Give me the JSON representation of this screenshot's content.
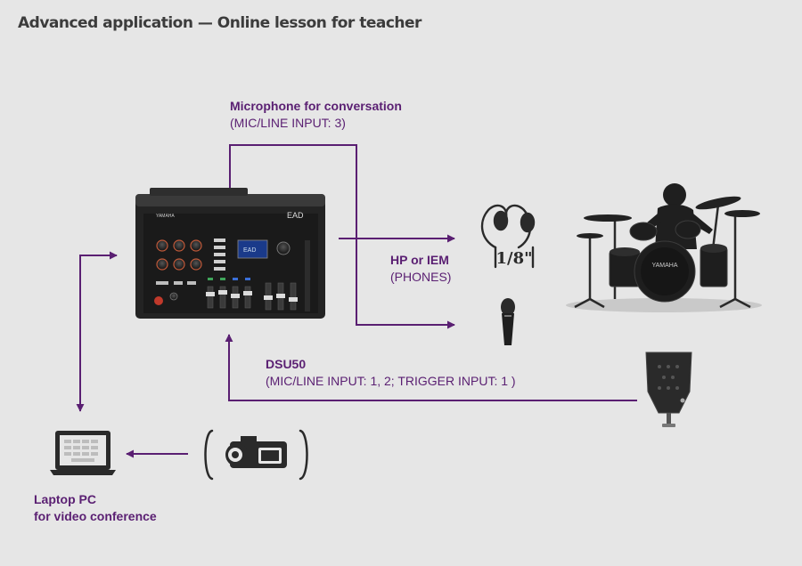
{
  "title": "Advanced application — Online lesson for teacher",
  "labels": {
    "microphone_title": "Microphone for conversation",
    "microphone_sub": "(MIC/LINE INPUT: 3)",
    "hp_title": "HP or IEM",
    "hp_sub": "(PHONES)",
    "dsu_title": "DSU50",
    "dsu_sub": "(MIC/LINE INPUT: 1, 2; TRIGGER INPUT: 1 )",
    "laptop_line1": "Laptop PC",
    "laptop_line2": "for video conference"
  },
  "module": {
    "brand": "YAMAHA",
    "logo": "EAD"
  },
  "earphone": {
    "size_text": "1/8\""
  },
  "colors": {
    "accent": "#5a1f72",
    "background": "#e6e6e6",
    "title": "#3c3c3c",
    "device": "#1e1e1e"
  },
  "icons": [
    "ead-module-icon",
    "earphone-icon",
    "microphone-icon",
    "drum-kit-icon",
    "dsu50-sensor-icon",
    "video-camera-icon",
    "laptop-icon"
  ]
}
